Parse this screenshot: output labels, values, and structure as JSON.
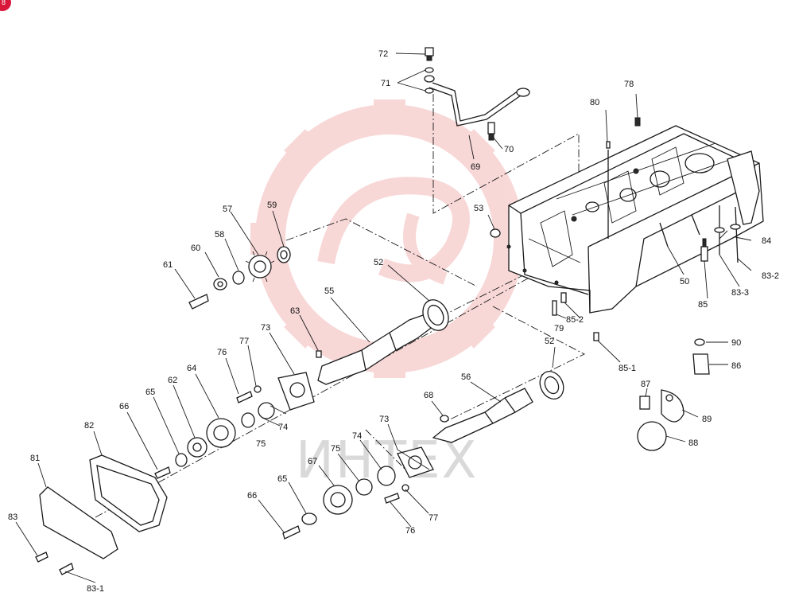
{
  "corner_badge": {
    "text": "8",
    "color": "#d8183a"
  },
  "watermark": {
    "text": "ИНТЕХ",
    "logo_color": "#f4b8b8",
    "text_color": "#d9d9d9"
  },
  "callouts": {
    "c50": "50",
    "c52a": "52",
    "c52b": "52",
    "c53": "53",
    "c55": "55",
    "c56": "56",
    "c57": "57",
    "c58": "58",
    "c59": "59",
    "c60": "60",
    "c61": "61",
    "c62": "62",
    "c63": "63",
    "c64": "64",
    "c65a": "65",
    "c65b": "65",
    "c66a": "66",
    "c66b": "66",
    "c67": "67",
    "c68": "68",
    "c69": "69",
    "c70": "70",
    "c71": "71",
    "c72": "72",
    "c73a": "73",
    "c73b": "73",
    "c74a": "74",
    "c74b": "74",
    "c75a": "75",
    "c75b": "75",
    "c76a": "76",
    "c76b": "76",
    "c77a": "77",
    "c77b": "77",
    "c78": "78",
    "c79": "79",
    "c80": "80",
    "c81": "81",
    "c82": "82",
    "c83": "83",
    "c83_1": "83-1",
    "c83_2": "83-2",
    "c83_3": "83-3",
    "c84": "84",
    "c85": "85",
    "c85_1": "85-1",
    "c85_2": "85-2",
    "c86": "86",
    "c87": "87",
    "c88": "88",
    "c89": "89",
    "c90": "90"
  }
}
